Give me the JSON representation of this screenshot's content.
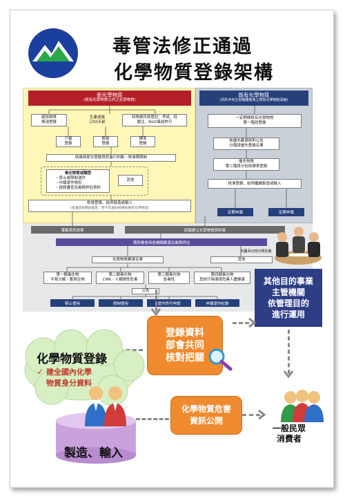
{
  "title": {
    "line1": "毒管法修正通過",
    "line2": "化學物質登錄架構"
  },
  "diagram": {
    "new_chemicals": {
      "header": "新化學物質",
      "subheader": "(既有化學物質以外之化學物質)",
      "type1": "諾除物質\n無須登錄",
      "type2": "生產或進\n口50天前",
      "type3": "特殊條件既登記：考試、低\n關注、R&D事前許可",
      "reg_small": "少量\n登錄",
      "reg_simple": "簡易\n登錄",
      "reg_standard": "標準\n登錄",
      "review": "依廠商提交登錄資訊進行判斷・核准期限制",
      "hazard_title": "毒化物質或類型",
      "hazard_items": "・禁止或限制運作\n・中報運作情形\n・提經審查及風險評估資料",
      "other": "其他",
      "approve": "核准登錄，始得製造或輸入",
      "approve_note": "(核准登錄時段截至，若干年後則依規則既有化學物質)"
    },
    "existing_chemicals": {
      "header": "既有化學物質",
      "subheader": "(列於中央主管機關會商之既有化學物質清冊)",
      "stage1": "一定期間既有化學物質\n第一階段登錄",
      "priority": "依優先篩選原則公告\n分階段優先登錄名單",
      "stage2": "優先物質\n第二階段分批依標準登錄",
      "approve": "核准登錄，始得繼續製造或輸入",
      "deadline": "定期申報"
    },
    "common_deadline": "定期申報",
    "flow": {
      "bar1_left": "蒐集資訊清單",
      "bar1_right": "提報建立化學物質資料庫",
      "bar2": "環保署會商各機關篩選及風險評估",
      "bar3_left": "化學物質篩選名單",
      "bar3_right": "其他",
      "side_note": "列屬毒化物分類定義",
      "class1": "第一類毒化物\n不易分解／蓄積生物",
      "class2": "第二類毒化物\nCMR／人類慢性危害",
      "class3": "第三類毒化物\n急毒性",
      "class4": "第四類毒化物\n其他汙染環境危害人體健康",
      "announce": "公告",
      "ctrl1": "禁止使用",
      "ctrl2": "限制使用",
      "ctrl3": "運作許可申請",
      "ctrl4": "申報運作紀錄"
    }
  },
  "callouts": {
    "other_agencies": "其他目的事業\n主管機關\n依管理目的\n進行運用",
    "joint_review": "登錄資料\n部會共同\n核對把關",
    "hazard_info": "化學物質危害\n資訊公開",
    "registration_title": "化學物質登錄",
    "registration_check": "✓",
    "registration_item": "建全國內化學\n物質身分資料",
    "manufacturers": "製造、輸入",
    "public": "一般民眾\n消費者"
  },
  "colors": {
    "accent_orange": "#f08a2f",
    "navy": "#2d3e85",
    "red": "#b51e27",
    "purple": "#5a4b9c"
  }
}
